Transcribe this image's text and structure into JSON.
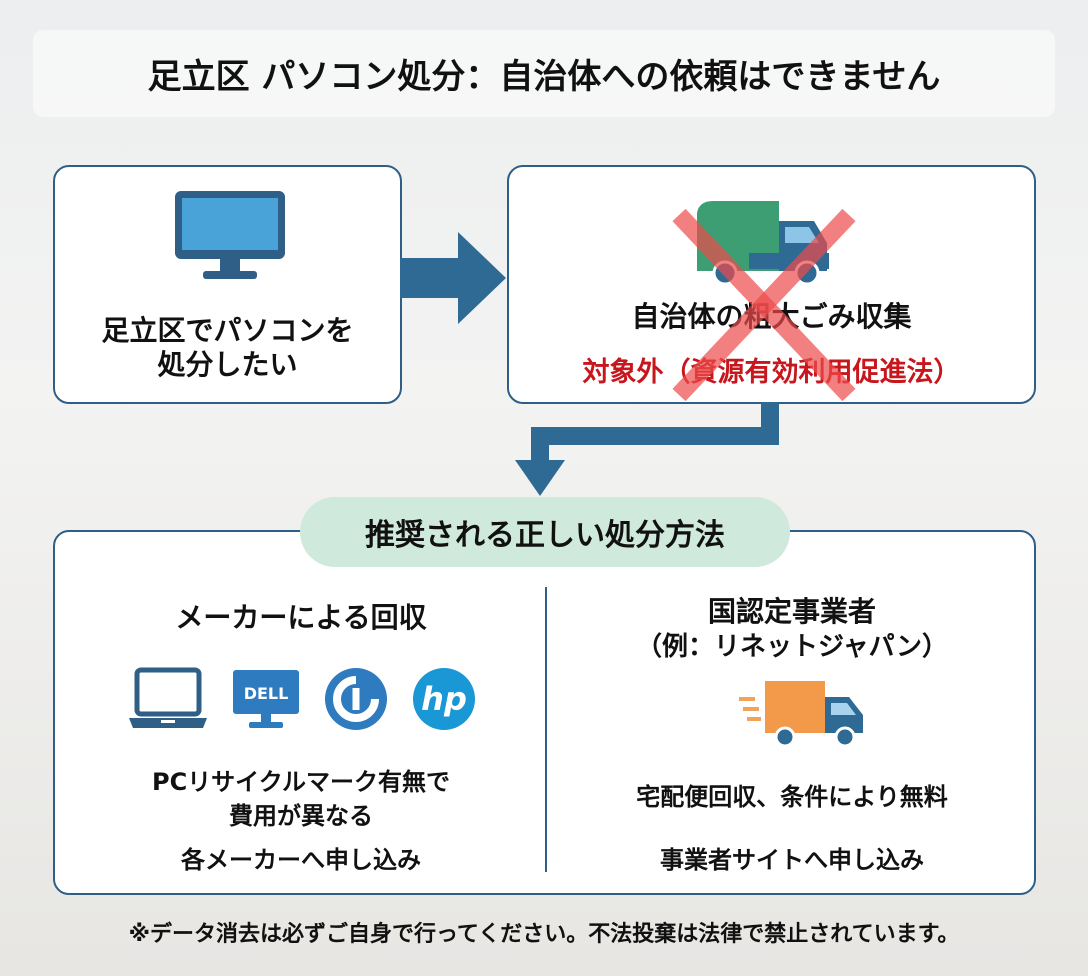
{
  "title": "足立区 パソコン処分：自治体への依頼はできません",
  "step1": {
    "line1": "足立区でパソコンを",
    "line2": "処分したい",
    "icon": "monitor-icon"
  },
  "step2": {
    "title": "自治体の粗大ごみ収集",
    "note": "対象外（資源有効利用促進法）",
    "icon": "garbage-truck-icon",
    "note_color": "#c8161d"
  },
  "section_title": "推奨される正しい処分方法",
  "left": {
    "heading": "メーカーによる回収",
    "logos": [
      "laptop-icon",
      "dell-logo",
      "fujitsu-like-logo",
      "hp-logo"
    ],
    "dell_text": "DELL",
    "hp_text": "hp",
    "line1": "PCリサイクルマーク有無で",
    "line2": "費用が異なる",
    "line3": "各メーカーへ申し込み"
  },
  "right": {
    "heading": "国認定事業者",
    "example": "（例：リネットジャパン）",
    "icon": "delivery-truck-icon",
    "line1": "宅配便回収、条件により無料",
    "line2": "事業者サイトへ申し込み"
  },
  "footnote": "※データ消去は必ずご自身で行ってください。不法投棄は法律で禁止されています。",
  "colors": {
    "accent": "#2f5f86",
    "arrow": "#2e6a93",
    "red": "#c8161d",
    "pill": "#cfe9dc"
  }
}
